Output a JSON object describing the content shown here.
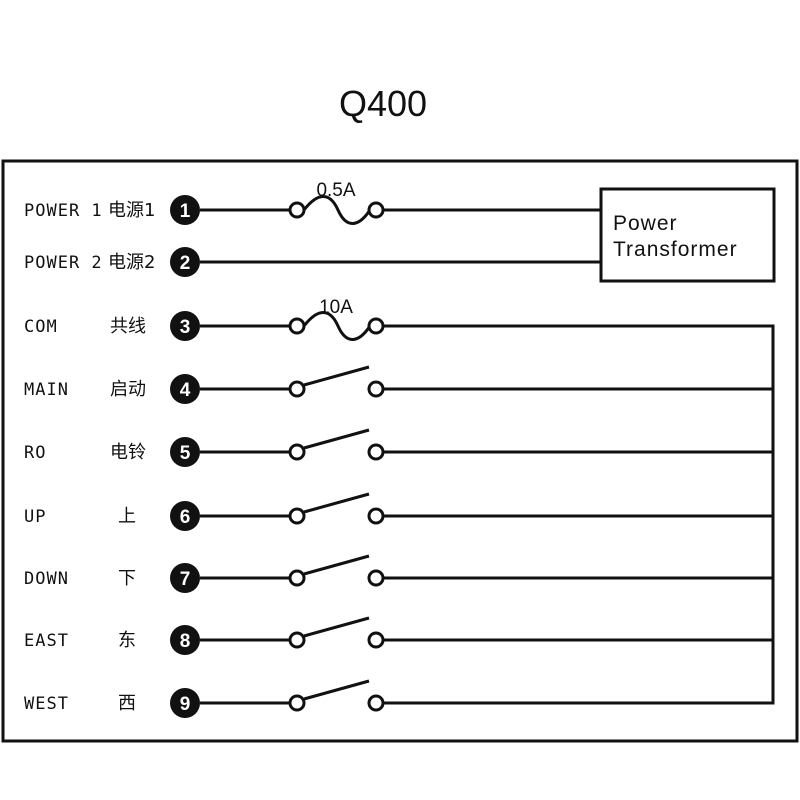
{
  "title": "Q400",
  "transformer": {
    "line1": "Power",
    "line2": "Transformer"
  },
  "fuses": [
    {
      "label": "0.5A"
    },
    {
      "label": "10A"
    }
  ],
  "terminals": [
    {
      "num": "1",
      "label": "POWER 1",
      "cn": "电源1"
    },
    {
      "num": "2",
      "label": "POWER 2",
      "cn": "电源2"
    },
    {
      "num": "3",
      "label": "COM",
      "cn": "共线"
    },
    {
      "num": "4",
      "label": "MAIN",
      "cn": "启动"
    },
    {
      "num": "5",
      "label": "RO",
      "cn": "电铃"
    },
    {
      "num": "6",
      "label": "UP",
      "cn": "上"
    },
    {
      "num": "7",
      "label": "DOWN",
      "cn": "下"
    },
    {
      "num": "8",
      "label": "EAST",
      "cn": "东"
    },
    {
      "num": "9",
      "label": "WEST",
      "cn": "西"
    }
  ]
}
